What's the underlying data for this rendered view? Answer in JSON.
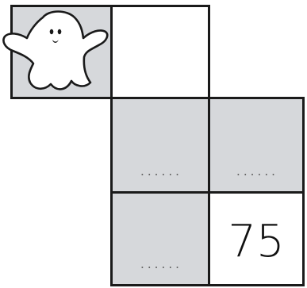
{
  "grid": {
    "cells": [
      {
        "id": "ghost",
        "shaded": true,
        "content": "ghost-icon"
      },
      {
        "id": "top-right",
        "shaded": false,
        "text": ""
      },
      {
        "id": "middle-left",
        "shaded": true,
        "text": "......"
      },
      {
        "id": "middle-right",
        "shaded": true,
        "text": "......"
      },
      {
        "id": "bottom-left",
        "shaded": true,
        "text": "......"
      },
      {
        "id": "bottom-right",
        "shaded": false,
        "text": "75"
      }
    ]
  },
  "colors": {
    "shaded": "#d6d8db",
    "border": "#1a1a1a",
    "background": "#ffffff"
  }
}
